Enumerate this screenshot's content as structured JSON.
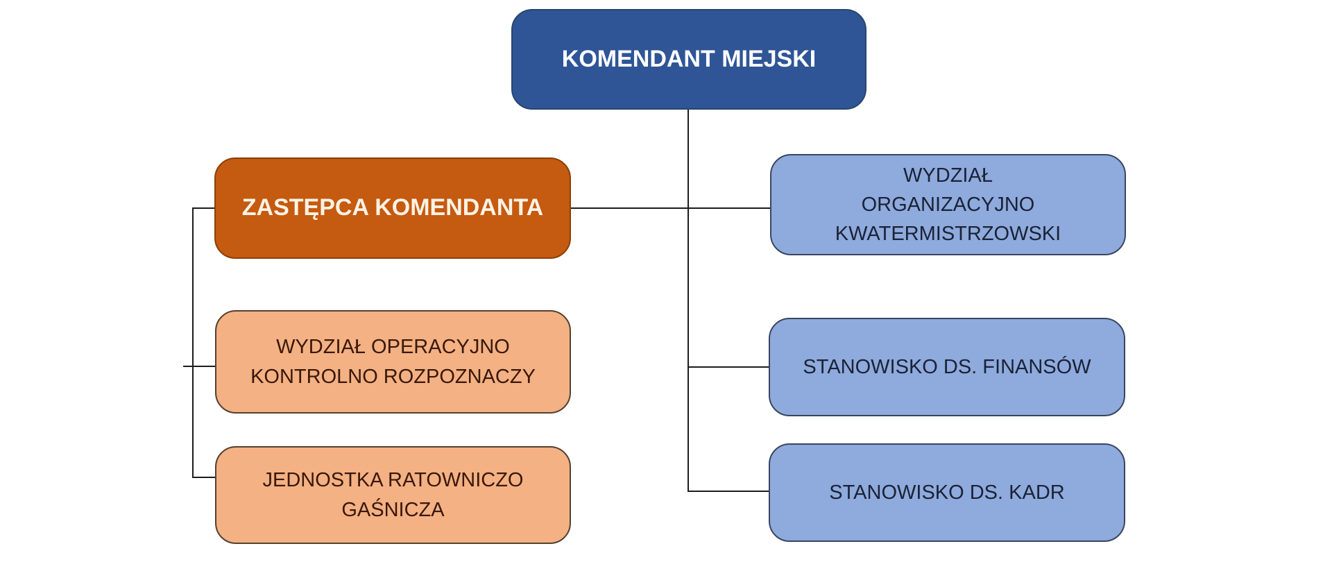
{
  "org_chart": {
    "type": "org-tree",
    "nodes": {
      "komendant": {
        "label": "KOMENDANT MIEJSKI",
        "level": 1,
        "fill_color": "#2F5597",
        "text_color": "#FFFFFF"
      },
      "zastepca": {
        "label": "ZASTĘPCA KOMENDANTA",
        "level": 2,
        "fill_color": "#C55A11",
        "text_color": "#FDF3E4"
      },
      "wydzial_operacyjno": {
        "label": "WYDZIAŁ OPERACYJNO\nKONTROLNO ROZPOZNACZY",
        "level": 3,
        "fill_color": "#F4B183",
        "text_color": "#38180A"
      },
      "jednostka_ratowniczo": {
        "label": "JEDNOSTKA RATOWNICZO\nGAŚNICZA",
        "level": 3,
        "fill_color": "#F4B183",
        "text_color": "#38180A"
      },
      "wydzial_organizacyjno": {
        "label": "WYDZIAŁ\nORGANIZACYJNO\nKWATERMISTRZOWSKI",
        "level": 2,
        "fill_color": "#8FAADC",
        "text_color": "#1A2236"
      },
      "stanowisko_finansow": {
        "label": "STANOWISKO DS. FINANSÓW",
        "level": 2,
        "fill_color": "#8FAADC",
        "text_color": "#1A2236"
      },
      "stanowisko_kadr": {
        "label": "STANOWISKO DS. KADR",
        "level": 2,
        "fill_color": "#8FAADC",
        "text_color": "#1A2236"
      }
    },
    "edges": [
      {
        "from": "komendant",
        "to": "zastepca"
      },
      {
        "from": "komendant",
        "to": "wydzial_organizacyjno"
      },
      {
        "from": "komendant",
        "to": "stanowisko_finansow"
      },
      {
        "from": "komendant",
        "to": "stanowisko_kadr"
      },
      {
        "from": "zastepca",
        "to": "wydzial_operacyjno"
      },
      {
        "from": "zastepca",
        "to": "jednostka_ratowniczo"
      }
    ],
    "connector_color": "#1C1C1C",
    "background_color": "#FFFFFF"
  }
}
